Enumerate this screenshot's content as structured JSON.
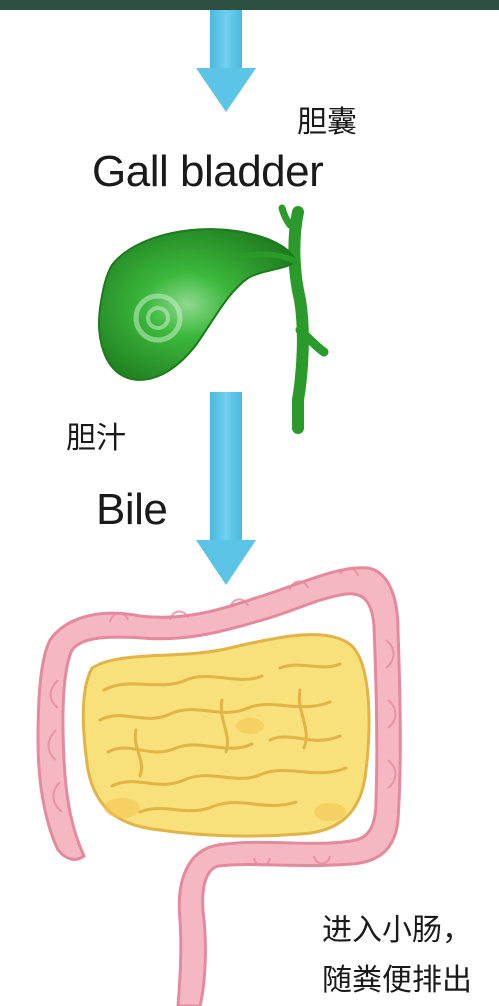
{
  "labels": {
    "gallbladder_cn": "胆囊",
    "gallbladder_en": "Gall bladder",
    "bile_cn": "胆汁",
    "bile_en": "Bile",
    "intestine_caption_line1": "进入小肠，",
    "intestine_caption_line2": "随粪便排出"
  },
  "colors": {
    "arrow": "#5cc4e6",
    "gallbladder": "#2aa32a",
    "gallbladder_dark": "#1e7a1e",
    "large_intestine": "#f5b8c2",
    "large_intestine_outline": "#e48a9c",
    "small_intestine": "#f8e07a",
    "small_intestine_outline": "#e2b347",
    "header_band": "#2e5043"
  },
  "icons": [
    "down-arrow-icon",
    "gallbladder-illustration",
    "intestines-illustration"
  ]
}
